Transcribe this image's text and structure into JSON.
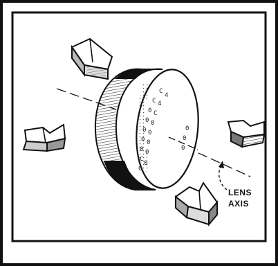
{
  "diagram": {
    "labels": {
      "lens_line1": "LENS",
      "lens_line2": "AXIS"
    },
    "lens_face_marks": [
      "C",
      "C",
      "C",
      "C",
      "C",
      "4",
      "4",
      "0",
      "0",
      "0",
      "0",
      "0",
      "0",
      "0",
      "0",
      "0",
      "0",
      "0",
      "0",
      "0"
    ],
    "colors": {
      "ink": "#111111",
      "paper": "#ffffff"
    },
    "components": [
      "lens-disc",
      "lens-axis",
      "electromagnet-top-left",
      "electromagnet-left",
      "electromagnet-right",
      "electromagnet-bottom-right"
    ]
  }
}
